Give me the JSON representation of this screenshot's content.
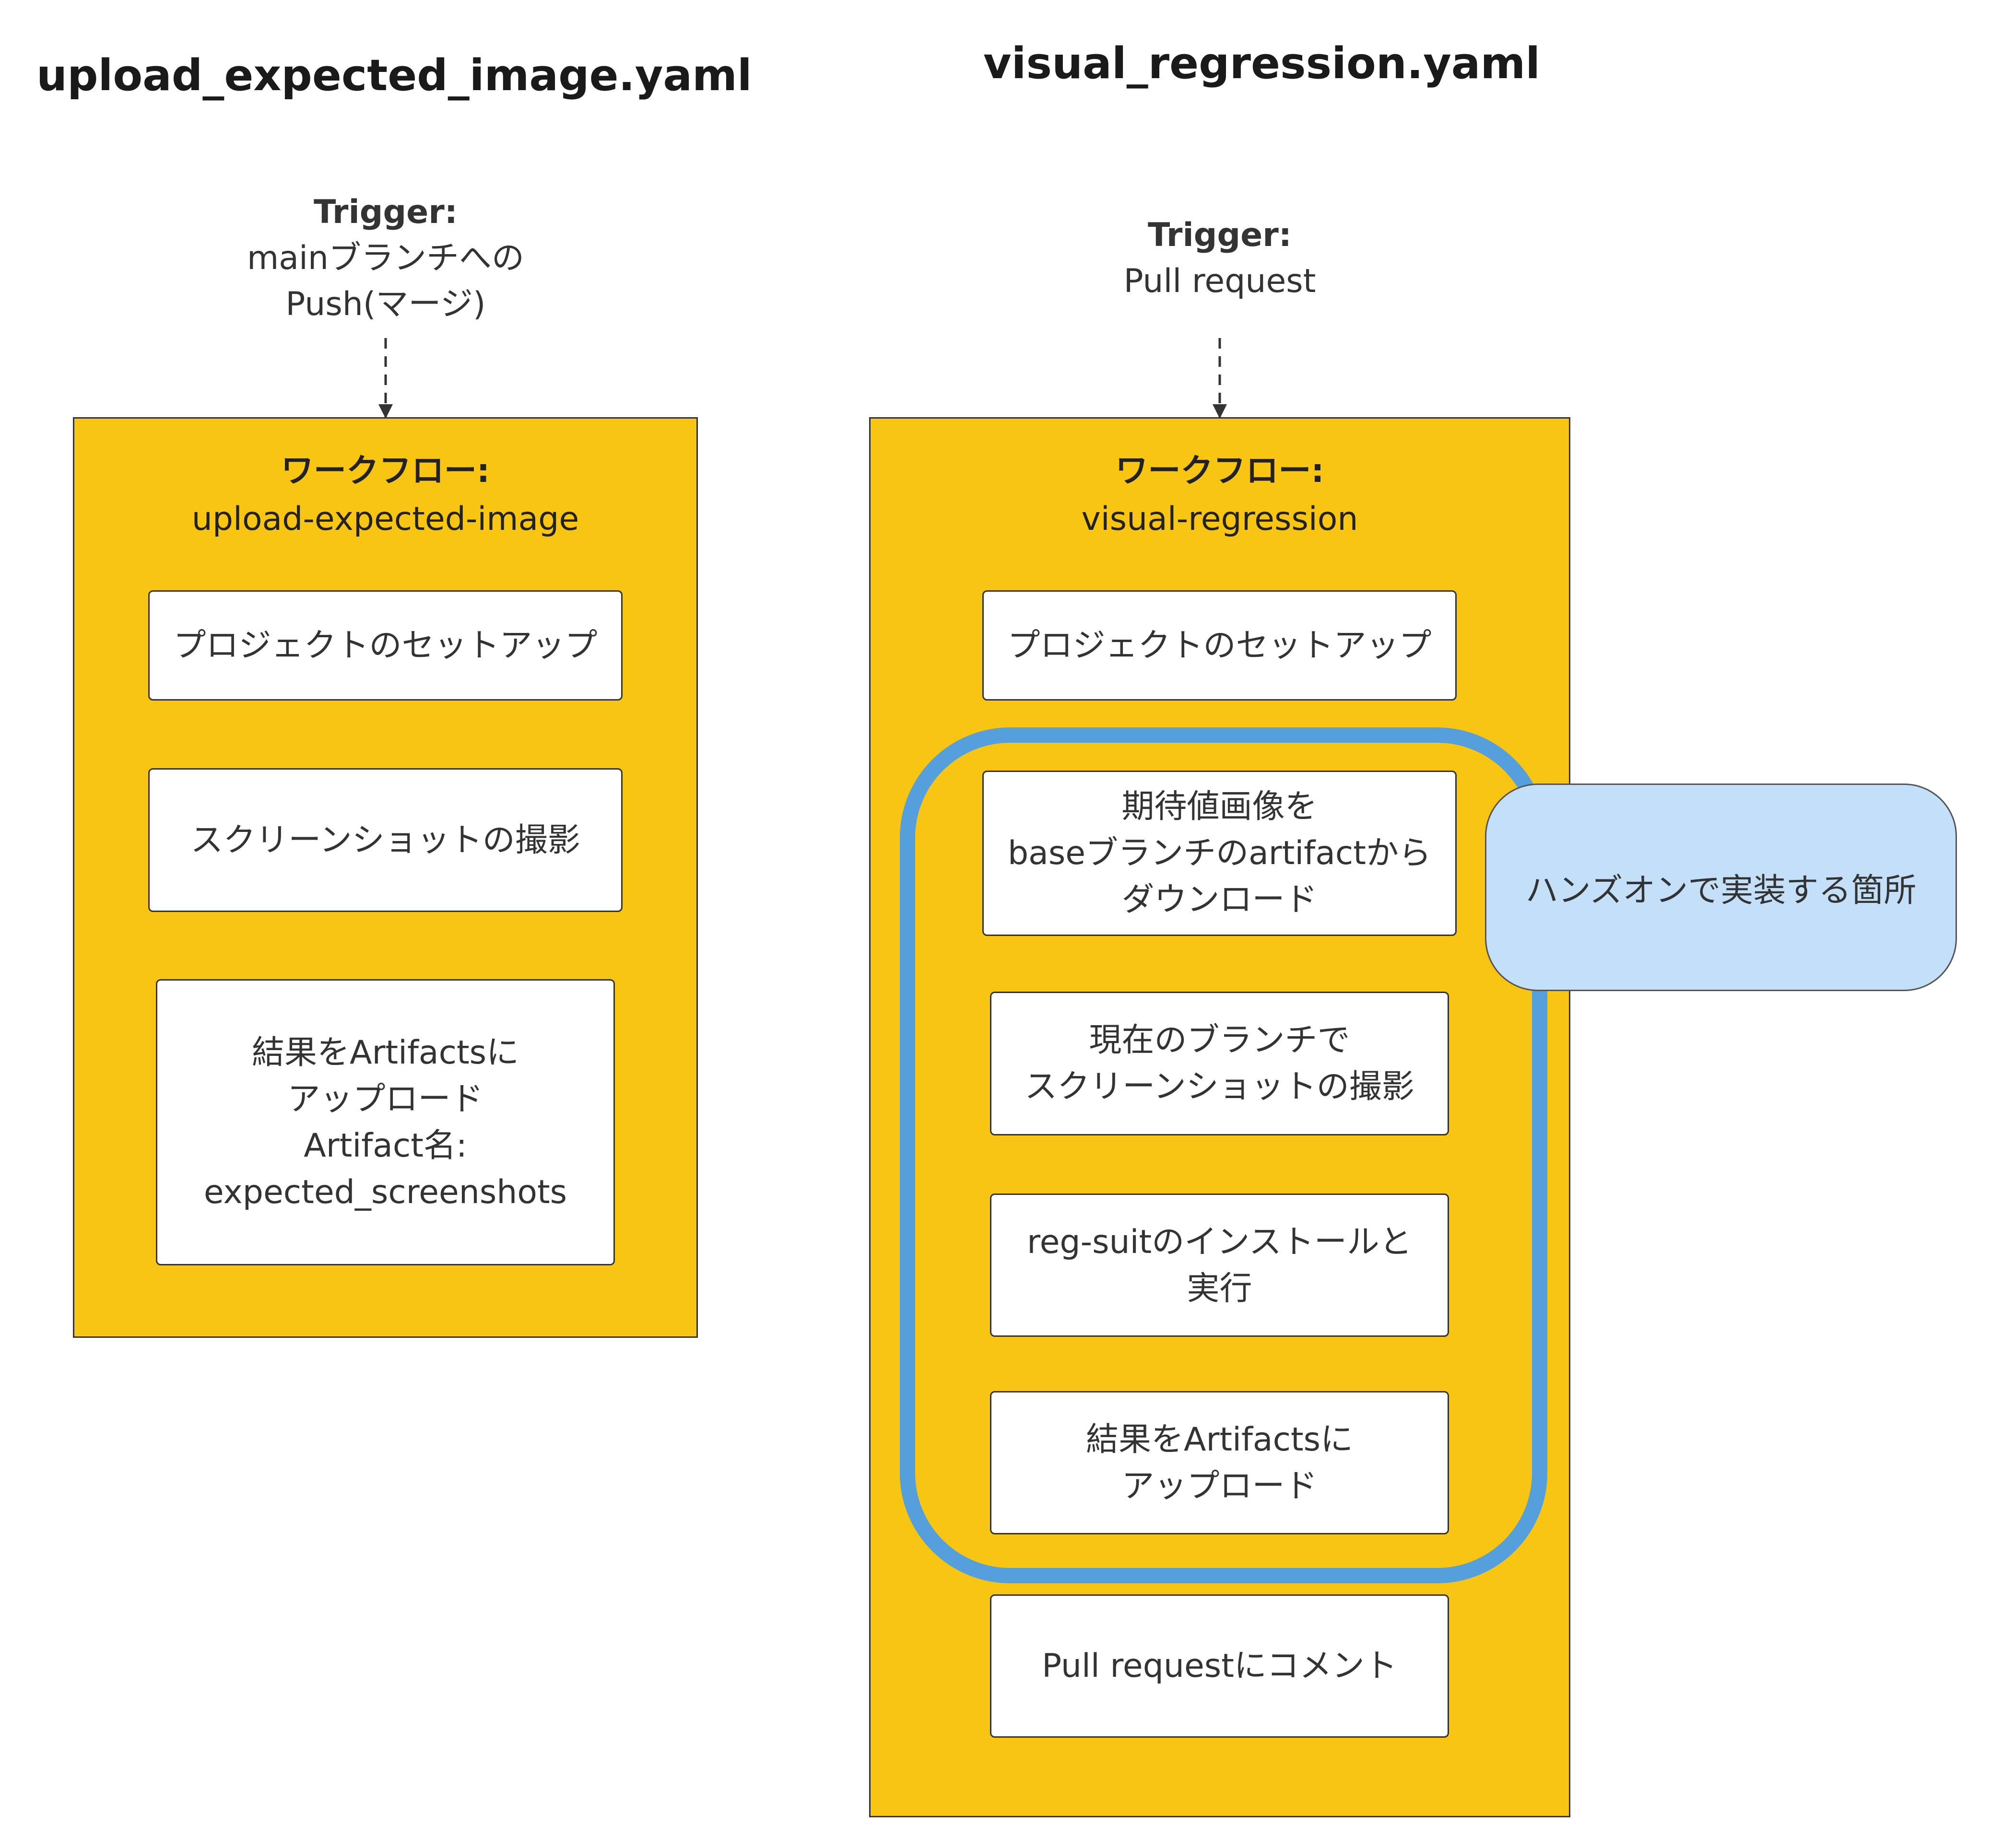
{
  "left": {
    "file_title": "upload_expected_image.yaml",
    "trigger": {
      "label": "Trigger:",
      "lines": [
        "mainブランチへの",
        "Push(マージ)"
      ]
    },
    "workflow": {
      "label": "ワークフロー:",
      "name": "upload-expected-image"
    },
    "steps": [
      {
        "lines": [
          "プロジェクトのセットアップ"
        ]
      },
      {
        "lines": [
          "スクリーンショットの撮影"
        ]
      },
      {
        "lines": [
          "結果をArtifactsに",
          "アップロード",
          "Artifact名:",
          "expected_screenshots"
        ]
      }
    ]
  },
  "right": {
    "file_title": "visual_regression.yaml",
    "trigger": {
      "label": "Trigger:",
      "lines": [
        "Pull request"
      ]
    },
    "workflow": {
      "label": "ワークフロー:",
      "name": "visual-regression"
    },
    "steps": [
      {
        "lines": [
          "プロジェクトのセットアップ"
        ]
      },
      {
        "lines": [
          "期待値画像を",
          "baseブランチのartifactから",
          "ダウンロード"
        ]
      },
      {
        "lines": [
          "現在のブランチで",
          "スクリーンショットの撮影"
        ]
      },
      {
        "lines": [
          "reg-suitのインストールと",
          "実行"
        ]
      },
      {
        "lines": [
          "結果をArtifactsに",
          "アップロード"
        ]
      },
      {
        "lines": [
          "Pull requestにコメント"
        ]
      }
    ]
  },
  "callout": {
    "text": "ハンズオンで実装する箇所"
  },
  "colors": {
    "workflow_fill": "#f8c512",
    "highlight_border": "#55a0dc",
    "callout_fill": "#c3e0f8"
  }
}
